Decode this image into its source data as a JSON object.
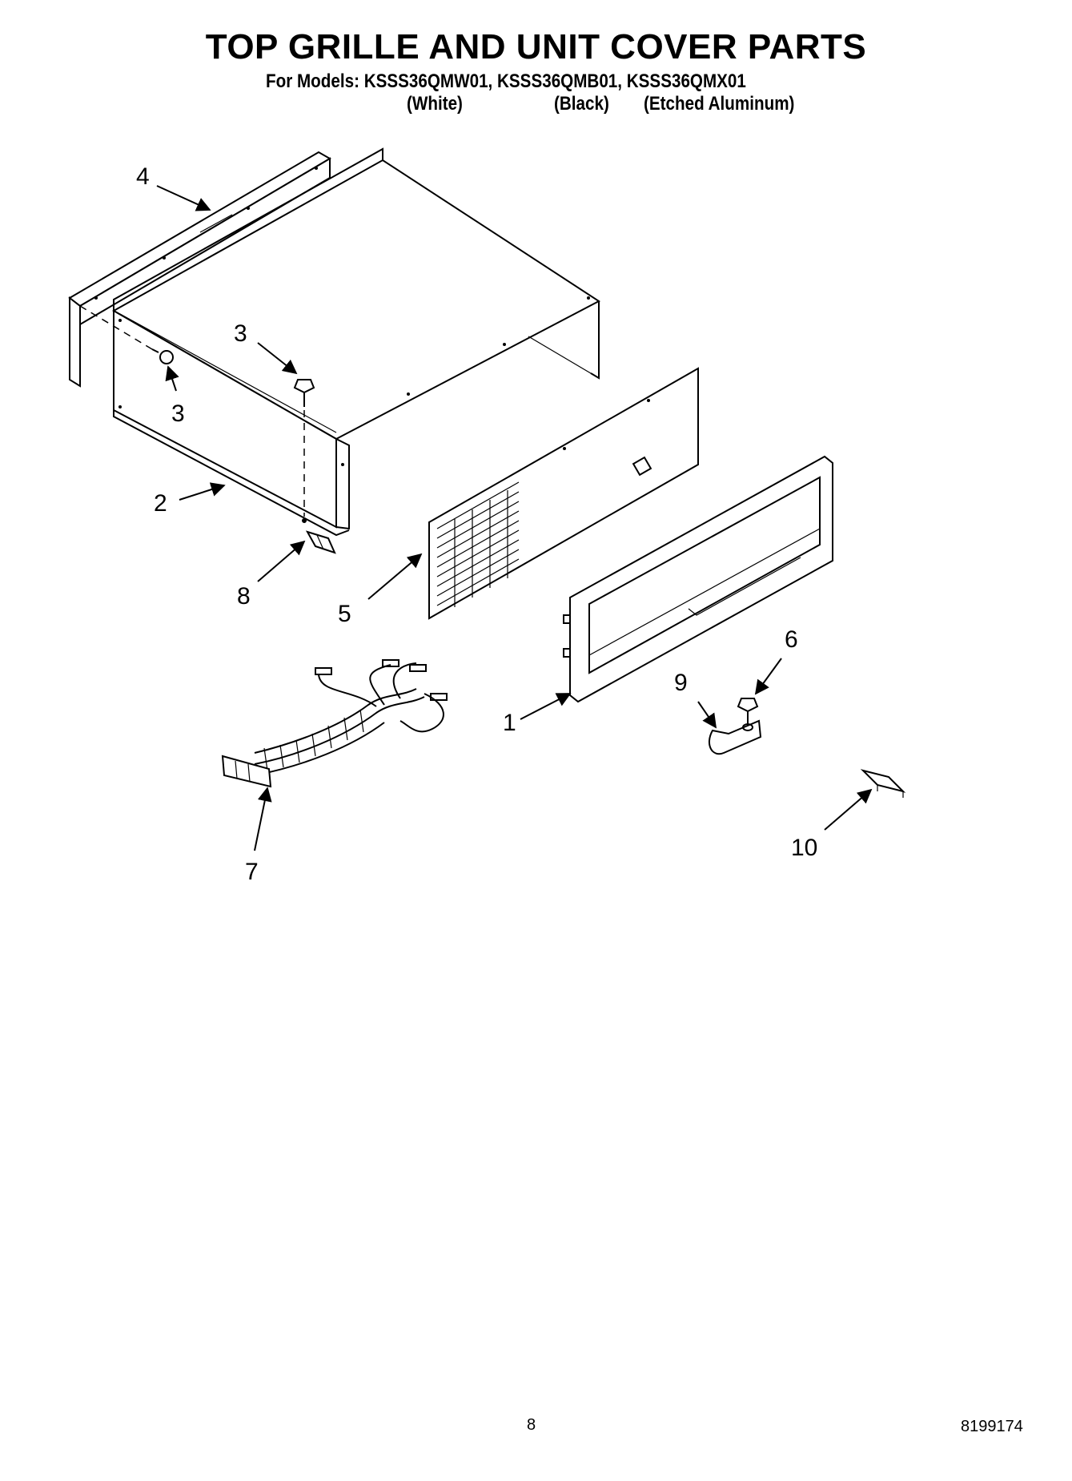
{
  "header": {
    "title": "TOP GRILLE AND UNIT COVER PARTS",
    "models_line": "For Models: KSSS36QMW01, KSSS36QMB01, KSSS36QMX01",
    "variants": [
      "(White)",
      "(Black)",
      "(Etched Aluminum)"
    ]
  },
  "callouts": {
    "c1": "1",
    "c2": "2",
    "c3a": "3",
    "c3b": "3",
    "c4": "4",
    "c5": "5",
    "c6": "6",
    "c7": "7",
    "c8": "8",
    "c9": "9",
    "c10": "10"
  },
  "footer": {
    "page_number": "8",
    "document_number": "8199174"
  }
}
